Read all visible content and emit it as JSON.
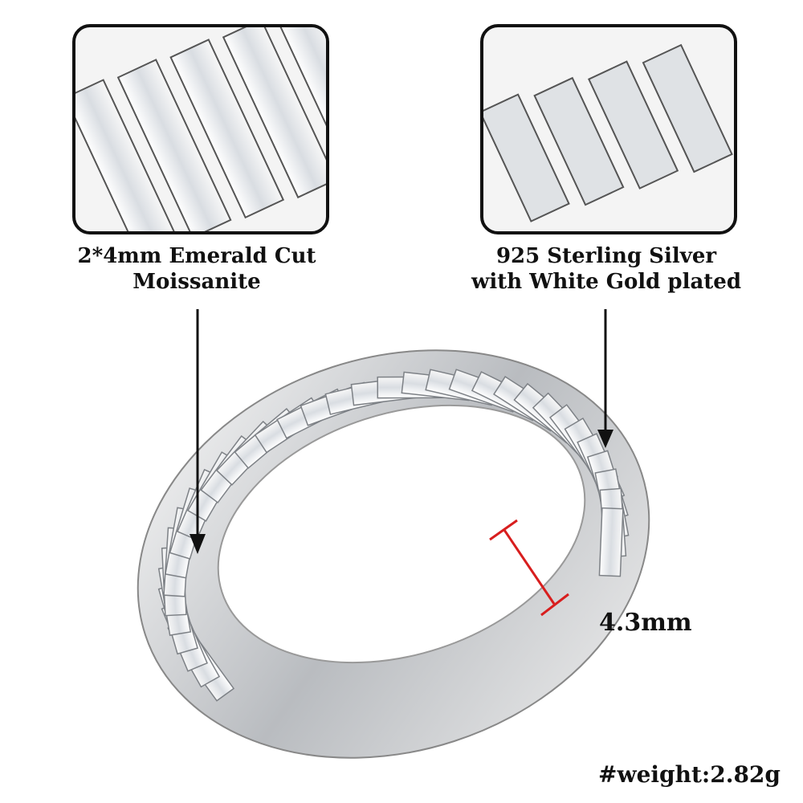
{
  "callouts": [
    {
      "line1": "2*4mm Emerald Cut",
      "line2": "Moissanite"
    },
    {
      "line1": "925 Sterling Silver",
      "line2": "with White Gold plated"
    }
  ],
  "dimension_label": "4.3mm",
  "weight_label": "#weight:2.82g",
  "colors": {
    "measure": "#d81e1e",
    "text": "#111111",
    "metal": "#c9cbce"
  }
}
